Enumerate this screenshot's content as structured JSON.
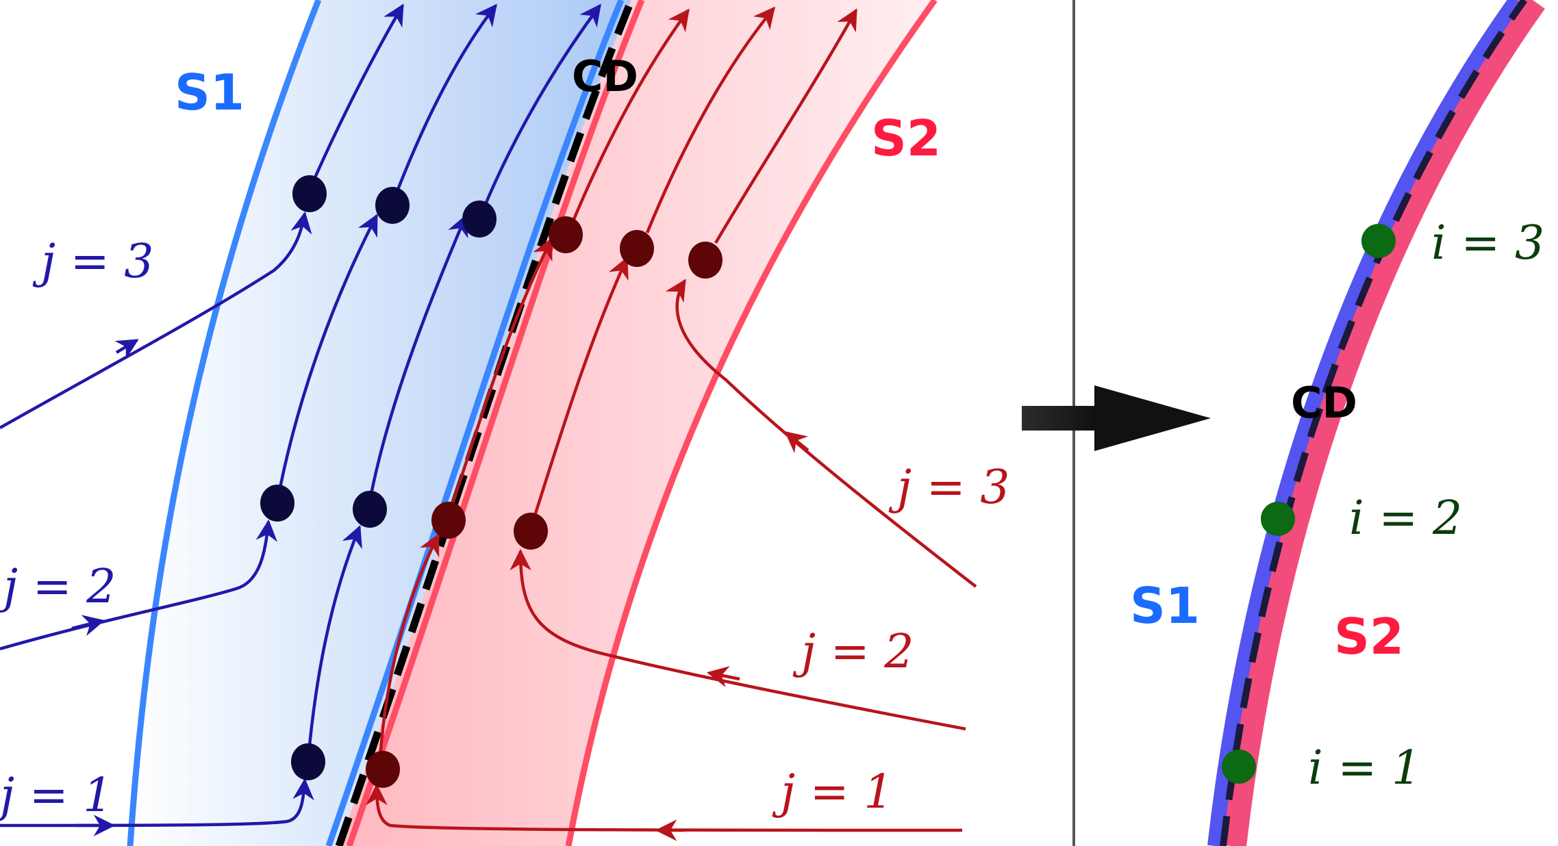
{
  "left_panel": {
    "region_s1_label": "S1",
    "region_s2_label": "S2",
    "cd_label": "CD",
    "s1_j_labels": [
      "j = 1",
      "j = 2",
      "j = 3"
    ],
    "s2_j_labels": [
      "j = 1",
      "j = 2",
      "j = 3"
    ]
  },
  "right_panel": {
    "region_s1_label": "S1",
    "region_s2_label": "S2",
    "cd_label": "CD",
    "i_labels": [
      "i = 1",
      "i = 2",
      "i = 3"
    ]
  },
  "colors": {
    "s1_boundary": "#3a86ff",
    "s1_fill": "#a9c8f5",
    "s1_streamline": "#2218a8",
    "s1_node": "#0b0a3a",
    "s2_boundary": "#ff4d64",
    "s2_fill": "#ffc2c8",
    "s2_streamline": "#b8141c",
    "s2_node": "#5e0508",
    "cd": "#000000",
    "s1_label": "#1a6cff",
    "s2_label": "#ff1a40",
    "i_node": "#0c6a12",
    "i_label": "#0a3d0c",
    "right_s1_band": "#5454f0",
    "right_s2_band": "#f24c7c",
    "divider": "#555555",
    "arrow": "#111111"
  }
}
